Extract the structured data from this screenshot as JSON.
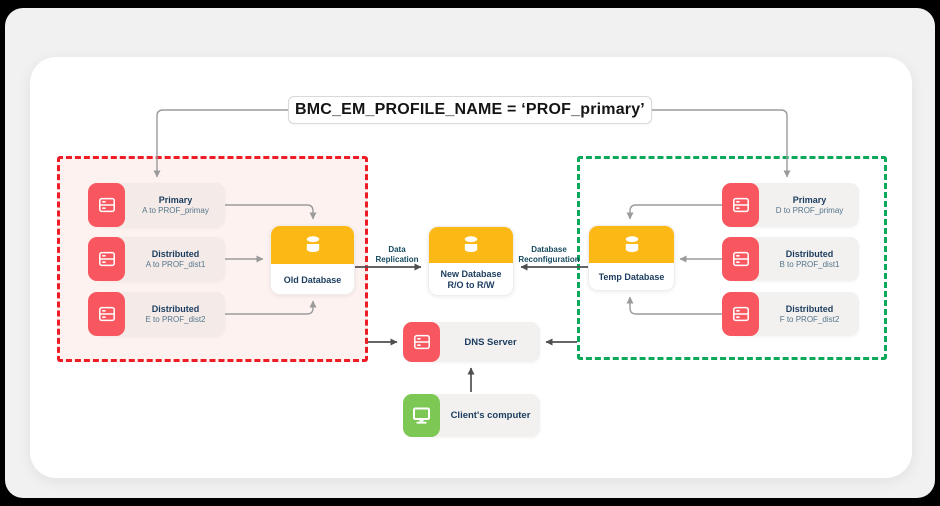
{
  "page": {
    "title": "BMC_EM_PROFILE_NAME = ‘PROF_primary’"
  },
  "colors": {
    "red_accent": "#F8575F",
    "red_dashed_border": "#EE1C25",
    "red_group_fill": "#FDF2F0",
    "green_dashed_border": "#0CA95B",
    "green_accent": "#7DC755",
    "yellow_accent": "#FCB815",
    "navy_text": "#1B3C5E",
    "teal_label_text": "#174A5E"
  },
  "icons": {
    "server": "server-icon",
    "database": "database-cylinder-icon",
    "monitor": "monitor-icon"
  },
  "left_group": {
    "nodes": [
      {
        "title": "Primary",
        "subtitle": "A to PROF_primay"
      },
      {
        "title": "Distributed",
        "subtitle": "A to PROF_dist1"
      },
      {
        "title": "Distributed",
        "subtitle": "E to PROF_dist2"
      }
    ],
    "database": {
      "label": "Old Database"
    }
  },
  "center_group": {
    "database": {
      "label": "New Database",
      "sublabel": "R/O to R/W"
    },
    "replication_label": {
      "line1": "Data",
      "line2": "Replication"
    },
    "reconfiguration_label": {
      "line1": "Database",
      "line2": "Reconfiguration"
    }
  },
  "right_group": {
    "nodes": [
      {
        "title": "Primary",
        "subtitle": "D to PROF_primay"
      },
      {
        "title": "Distributed",
        "subtitle": "B to PROF_dist1"
      },
      {
        "title": "Distributed",
        "subtitle": "F to PROF_dist2"
      }
    ],
    "database": {
      "label": "Temp Database"
    }
  },
  "bottom": {
    "dns": {
      "label": "DNS Server"
    },
    "client": {
      "label": "Client's computer"
    }
  }
}
